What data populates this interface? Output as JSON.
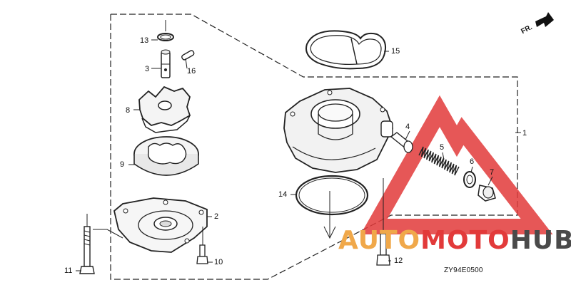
{
  "diagram": {
    "code": "ZY94E0500",
    "direction_label": "FR.",
    "callouts": {
      "c1": "1",
      "c2": "2",
      "c3": "3",
      "c4": "4",
      "c5": "5",
      "c6": "6",
      "c7": "7",
      "c8": "8",
      "c9": "9",
      "c10": "10",
      "c11": "11",
      "c12": "12",
      "c13": "13",
      "c14": "14",
      "c15": "15",
      "c16": "16"
    }
  },
  "watermark": {
    "part1": "AUTO",
    "part2": "MOTO",
    "part3": "HUB",
    "colors": {
      "auto": "#f0a84a",
      "moto": "#e23a3a",
      "hub": "#4a4a4a",
      "triangle": "#e23a3a"
    }
  }
}
